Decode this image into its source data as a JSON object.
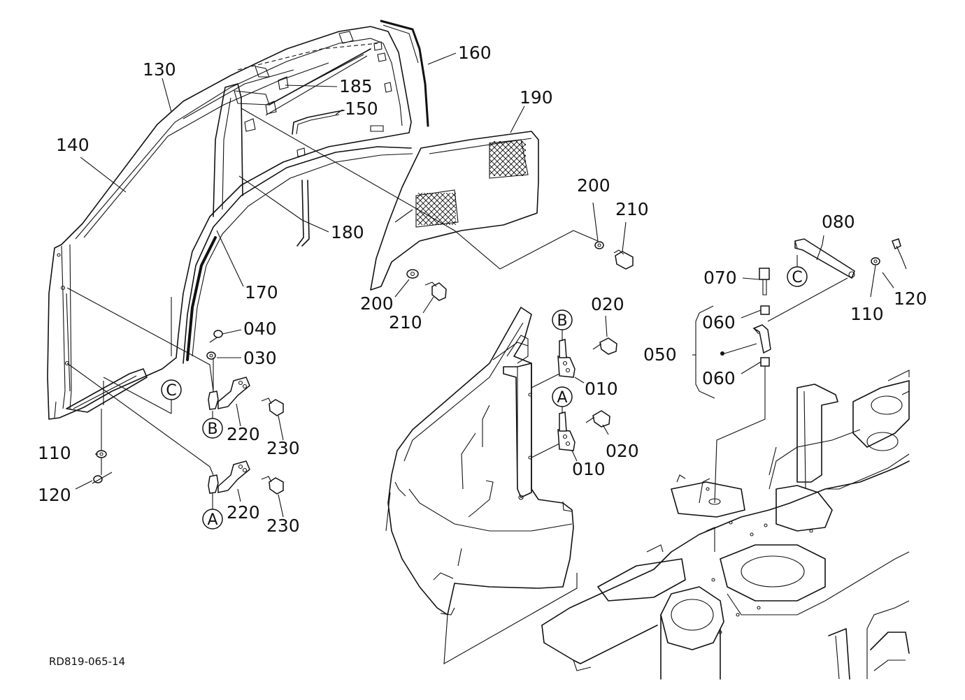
{
  "reference_code": "RD819-065-14",
  "callouts": [
    {
      "id": "130",
      "text": "130"
    },
    {
      "id": "160",
      "text": "160"
    },
    {
      "id": "185",
      "text": "185"
    },
    {
      "id": "150",
      "text": "150"
    },
    {
      "id": "190",
      "text": "190"
    },
    {
      "id": "140",
      "text": "140"
    },
    {
      "id": "200a",
      "text": "200"
    },
    {
      "id": "210a",
      "text": "210"
    },
    {
      "id": "180",
      "text": "180"
    },
    {
      "id": "080",
      "text": "080"
    },
    {
      "id": "170",
      "text": "170"
    },
    {
      "id": "070",
      "text": "070"
    },
    {
      "id": "120a",
      "text": "120"
    },
    {
      "id": "110a",
      "text": "110"
    },
    {
      "id": "200b",
      "text": "200"
    },
    {
      "id": "210b",
      "text": "210"
    },
    {
      "id": "020a",
      "text": "020"
    },
    {
      "id": "060a",
      "text": "060"
    },
    {
      "id": "040",
      "text": "040"
    },
    {
      "id": "050",
      "text": "050"
    },
    {
      "id": "030",
      "text": "030"
    },
    {
      "id": "010a",
      "text": "010"
    },
    {
      "id": "060b",
      "text": "060"
    },
    {
      "id": "220a",
      "text": "220"
    },
    {
      "id": "230a",
      "text": "230"
    },
    {
      "id": "020b",
      "text": "020"
    },
    {
      "id": "110b",
      "text": "110"
    },
    {
      "id": "010b",
      "text": "010"
    },
    {
      "id": "120b",
      "text": "120"
    },
    {
      "id": "220b",
      "text": "220"
    },
    {
      "id": "230b",
      "text": "230"
    }
  ],
  "connection_markers": [
    {
      "id": "c1",
      "letter": "C"
    },
    {
      "id": "c2",
      "letter": "C"
    },
    {
      "id": "b1",
      "letter": "B"
    },
    {
      "id": "b2",
      "letter": "B"
    },
    {
      "id": "a1",
      "letter": "A"
    },
    {
      "id": "a2",
      "letter": "A"
    }
  ]
}
